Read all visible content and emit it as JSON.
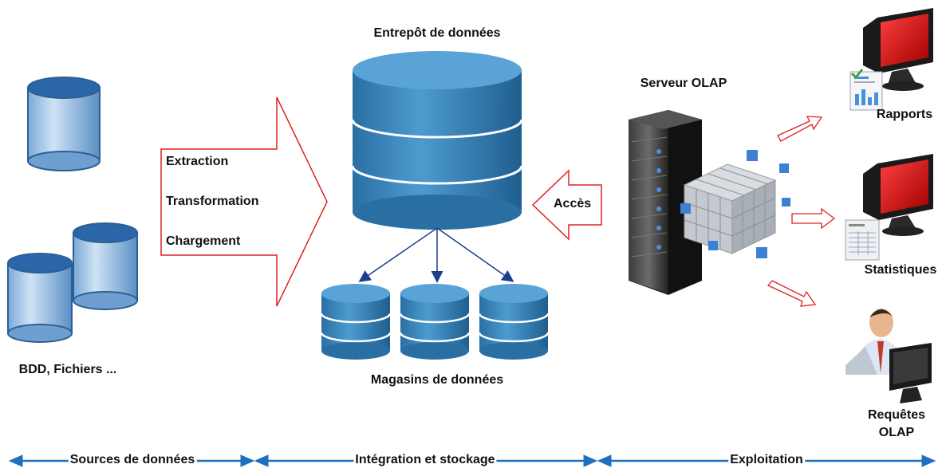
{
  "sources": {
    "label": "BDD, Fichiers ..."
  },
  "etl": {
    "steps": [
      "Extraction",
      "Transformation",
      "Chargement"
    ]
  },
  "warehouse": {
    "title": "Entrepôt de données"
  },
  "marts": {
    "label": "Magasins de données"
  },
  "access": {
    "label": "Accès"
  },
  "olap": {
    "title": "Serveur OLAP"
  },
  "outputs": {
    "reports": "Rapports",
    "stats": "Statistiques",
    "queries_line1": "Requêtes",
    "queries_line2": "OLAP"
  },
  "phases": [
    "Sources de données",
    "Intégration et stockage",
    "Exploitation"
  ],
  "colors": {
    "db_blue": "#2f7fb4",
    "db_light": "#bcd6ec",
    "arrow_red": "#e02020",
    "axis_blue": "#1f6fc0",
    "monitor_red": "#cc1010"
  }
}
